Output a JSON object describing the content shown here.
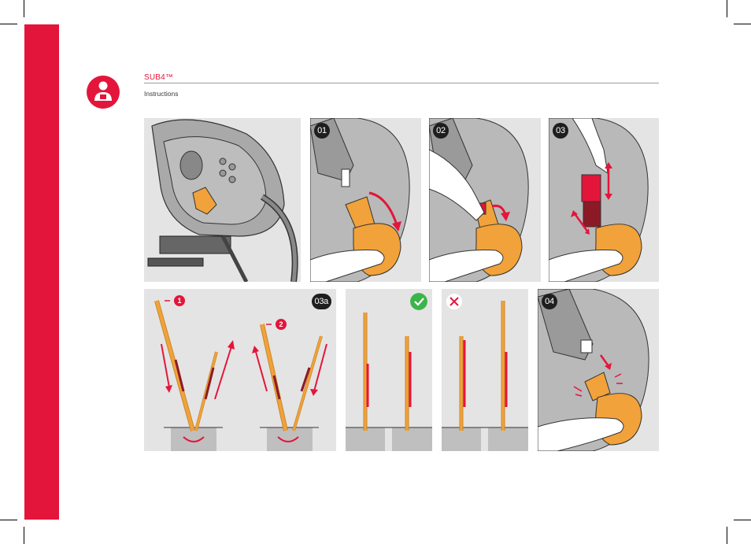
{
  "header": {
    "title": "SUB4™",
    "subtitle": "Instructions",
    "icon": "person-manual-icon"
  },
  "colors": {
    "brand_red": "#e4153a",
    "orange": "#f2a23a",
    "panel_gray": "#e4e4e4",
    "check_green": "#3bb54a"
  },
  "steps": {
    "s01": "01",
    "s02": "02",
    "s03": "03",
    "s03a": "03a",
    "s04": "04"
  },
  "callouts": {
    "c1": "1",
    "c2": "2"
  },
  "badges": {
    "correct": "check-icon",
    "incorrect": "cross-icon"
  }
}
